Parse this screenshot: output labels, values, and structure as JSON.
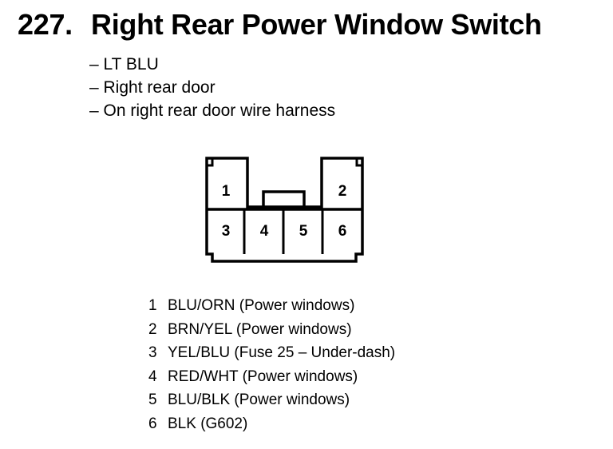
{
  "component": {
    "number": "227.",
    "name": "Right Rear Power Window Switch"
  },
  "description": [
    "– LT BLU",
    "– Right rear door",
    "– On right rear door wire harness"
  ],
  "connector": {
    "cavity_labels": [
      "1",
      "2",
      "3",
      "4",
      "5",
      "6"
    ]
  },
  "pins": [
    {
      "number": "1",
      "label": "BLU/ORN (Power windows)"
    },
    {
      "number": "2",
      "label": "BRN/YEL (Power windows)"
    },
    {
      "number": "3",
      "label": "YEL/BLU (Fuse 25 – Under-dash)"
    },
    {
      "number": "4",
      "label": "RED/WHT (Power windows)"
    },
    {
      "number": "5",
      "label": "BLU/BLK (Power windows)"
    },
    {
      "number": "6",
      "label": "BLK (G602)"
    }
  ]
}
